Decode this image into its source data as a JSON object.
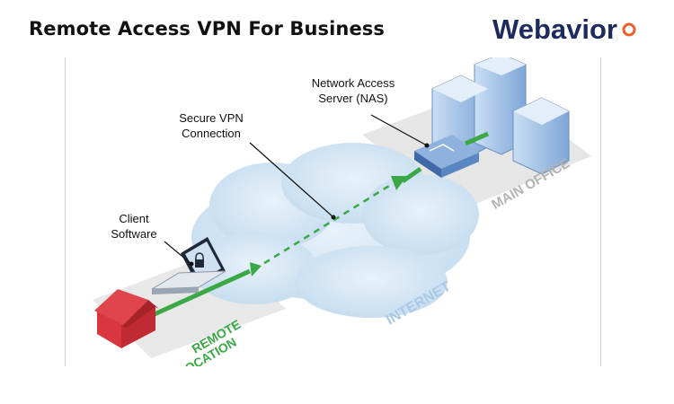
{
  "header": {
    "title": "Remote Access VPN For Business",
    "logo_text": "Webavior"
  },
  "diagram": {
    "labels": {
      "nas_line1": "Network Access",
      "nas_line2": "Server (NAS)",
      "vpn_line1": "Secure VPN",
      "vpn_line2": "Connection",
      "client_line1": "Client",
      "client_line2": "Software",
      "main_office": "MAIN OFFICE",
      "internet": "INTERNET",
      "remote_line1": "REMOTE",
      "remote_line2": "LOCATION"
    }
  },
  "colors": {
    "logo_navy": "#1c2a5e",
    "logo_orange": "#e8622a",
    "tunnel_green": "#3aa845",
    "house_red": "#d9363e",
    "cloud_blue": "#cfe3f2",
    "server_blue": "#5b86c4"
  }
}
